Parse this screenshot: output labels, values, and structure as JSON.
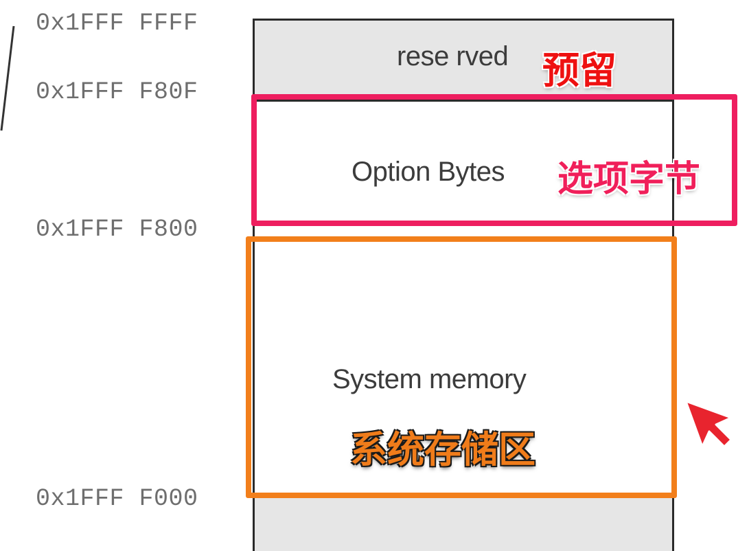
{
  "addresses": {
    "top": "0x1FFF FFFF",
    "option_end": "0x1FFF F80F",
    "option_start": "0x1FFF F800",
    "system_start": "0x1FFF F000"
  },
  "regions": {
    "reserved": {
      "label": "rese rved",
      "annotation": "预留"
    },
    "option_bytes": {
      "label": "Option Bytes",
      "annotation": "选项字节"
    },
    "system_memory": {
      "label": "System memory",
      "annotation": "系统存储区"
    }
  },
  "colors": {
    "reserved_fill": "#e6e6e6",
    "border": "#2a2a2a",
    "option_highlight": "#ee1e5f",
    "system_highlight": "#f27f1b",
    "reserved_annotation": "#ee1111",
    "pointer": "#e8242e"
  },
  "icons": {
    "pointer": "pointer-arrow-icon"
  }
}
